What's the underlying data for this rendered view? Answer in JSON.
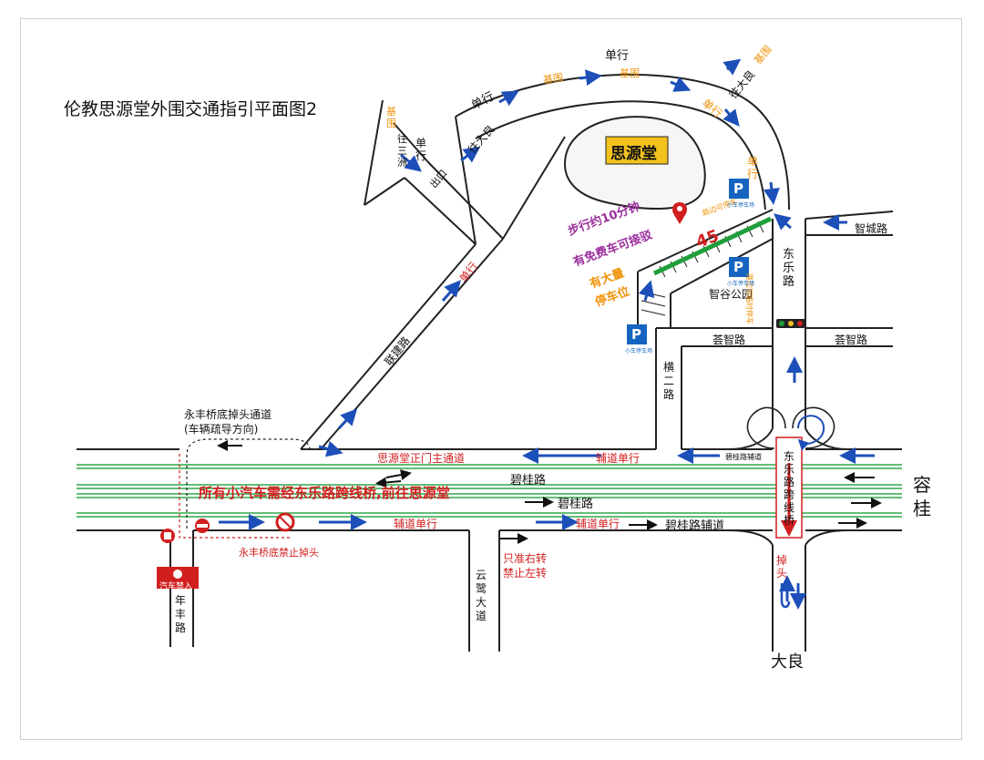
{
  "title": "伦教思源堂外围交通指引平面图2",
  "landmarks": {
    "siyuantang": "思源堂",
    "zhigu_park": "智谷公园",
    "rongui": [
      "容",
      "桂"
    ],
    "daliang_bottom": "大良"
  },
  "notices": {
    "main": "所有小汽车需经东乐路跨线桥,前往思源堂",
    "walk_line1": "步行约10分钟",
    "walk_line2": "有免费车可接驳",
    "parking_line1": "有大量",
    "parking_line2": "停车位",
    "yongfeng_uturn_line1": "永丰桥底掉头通道",
    "yongfeng_uturn_line2": "(车辆疏导方向)",
    "yongfeng_no_uturn": "永丰桥底禁止掉头",
    "right_only_line1": "只准右转",
    "right_only_line2": "禁止左转",
    "car_no_entry": "汽车禁入"
  },
  "roads": {
    "dongle": "东乐路",
    "dongle_bridge": "东乐路跨线桥",
    "zhicheng": "智城路",
    "huizhi_left": "荟智路",
    "huizhi_right": "荟智路",
    "heng2": "横二路",
    "bigui_top": "碧桂路",
    "bigui_mid": "碧桂路",
    "bigui_fudao": "碧桂路辅道",
    "bigui_fudao_small": "碧桂路辅道",
    "yunlu": "云鹭大道",
    "nianfeng": "年丰路",
    "main_access": "思源堂正门主通道",
    "fudao_danxing_1": "辅道单行",
    "fudao_danxing_2": "辅道单行",
    "fudao_danxing_3": "辅道单行",
    "xueyuan": "联建路",
    "danxing_1": "单行",
    "danxing_2": "单行",
    "danxing_3": "单行",
    "danxing_4": "单行",
    "danxing_5": "单行",
    "danxing_red": "单行",
    "jiwei_1": "基围",
    "jiwei_2": "基围",
    "jiwei_3": "基围",
    "jiwei_4": "基围",
    "to_daliang_1": "往大良",
    "to_daliang_2": "往大良",
    "to_sanzhou": "往三洲",
    "exit_label": "出口",
    "diaotou": "掉头"
  },
  "parking": {
    "count": "45",
    "small_label": "小车停车场",
    "roadside_label": "路边可停车",
    "roadside_label2": "路边可临时停车",
    "p_symbol": "P"
  },
  "colors": {
    "road": "#222222",
    "arrow_blue": "#1d4fb8",
    "label_red": "#d11f1f",
    "label_orange": "#f0930a",
    "label_purple": "#9b2e9b",
    "green_line": "#1f9e3a",
    "siyuantang_fill": "#f2c21d",
    "parking_blue": "#1565c0"
  }
}
